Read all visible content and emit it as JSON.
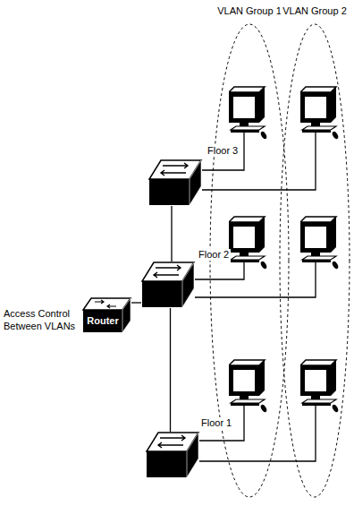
{
  "diagram": {
    "nodes": [
      {
        "text": [
          "VLAN Group 1"
        ]
      },
      {
        "text": [
          "VLAN Group 2"
        ]
      },
      {
        "text": [
          "Floor 3"
        ]
      },
      {
        "text": [
          "Router"
        ]
      },
      {
        "text": [
          "Floor 2"
        ]
      },
      {
        "text": [
          "Floor 1"
        ]
      }
    ],
    "edges": [
      {
        "from": 2,
        "to": 4,
        "arrow": "none"
      },
      {
        "from": 3,
        "to": 4,
        "arrow": "none"
      },
      {
        "from": 4,
        "to": 5,
        "arrow": "none"
      }
    ],
    "labels": [
      "Access Control Between VLANs"
    ]
  }
}
